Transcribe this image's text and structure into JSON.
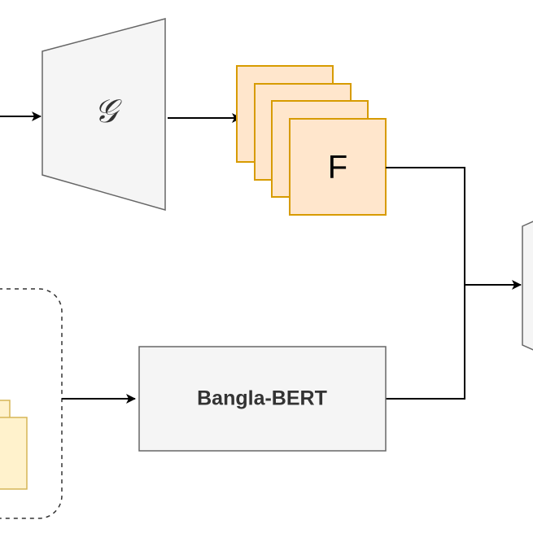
{
  "diagram": {
    "nodes": {
      "generator": {
        "label": "𝒢"
      },
      "features": {
        "label": "F"
      },
      "bangla_bert": {
        "label": "Bangla-BERT"
      }
    },
    "colors": {
      "feature_fill": "#ffe6cc",
      "feature_stroke": "#d79b00",
      "box_fill": "#f5f5f5",
      "box_stroke": "#666666",
      "token_fill": "#fff2cc",
      "token_stroke": "#d6b656",
      "edge": "#000000"
    }
  }
}
